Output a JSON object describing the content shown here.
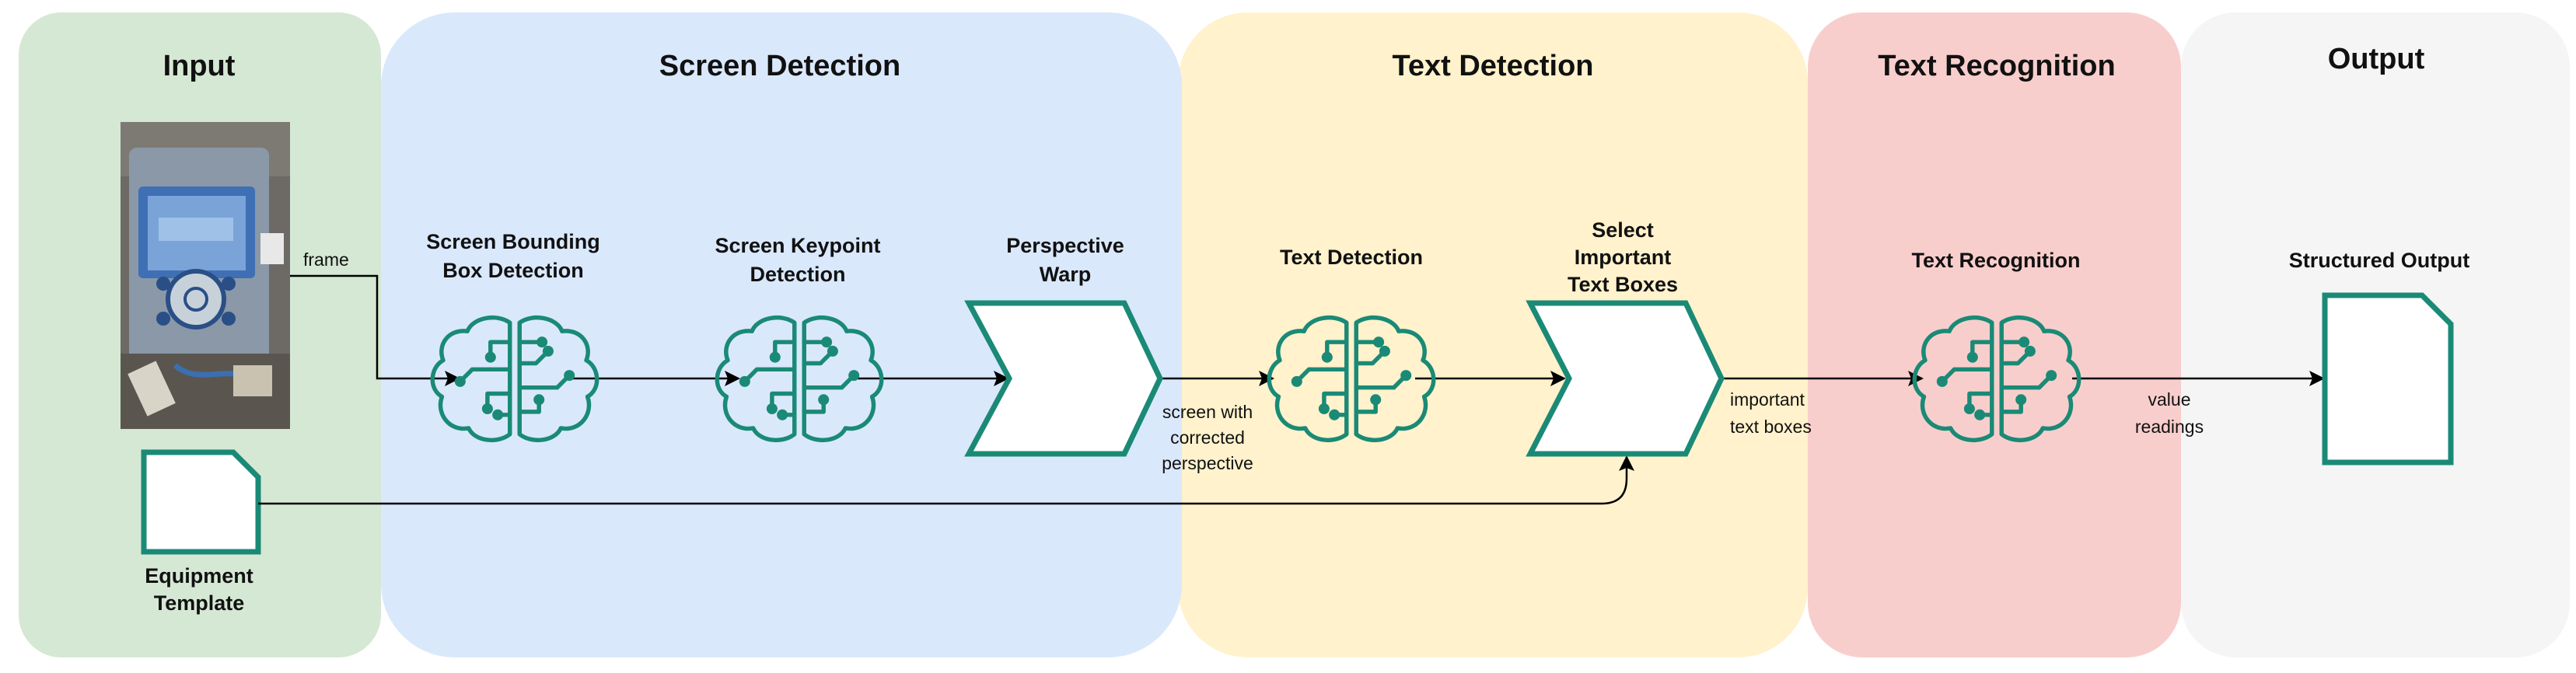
{
  "stages": {
    "input": {
      "title": "Input",
      "color": "#d5e8d4"
    },
    "screen_detection": {
      "title": "Screen Detection",
      "color": "#dae8fc"
    },
    "text_detection": {
      "title": "Text Detection",
      "color": "#fff2cc"
    },
    "text_recognition": {
      "title": "Text Recognition",
      "color": "#f8cecc"
    },
    "output": {
      "title": "Output",
      "color": "#f5f5f5"
    }
  },
  "nodes": {
    "equipment_template": {
      "line1": "Equipment",
      "line2": "Template",
      "icon": "document-icon"
    },
    "bbox_detection": {
      "line1": "Screen Bounding",
      "line2": "Box Detection",
      "icon": "brain-circuit-icon"
    },
    "keypoint_detection": {
      "line1": "Screen Keypoint",
      "line2": "Detection",
      "icon": "brain-circuit-icon"
    },
    "perspective_warp": {
      "line1": "Perspective",
      "line2": "Warp",
      "icon": "chevron-process-icon"
    },
    "text_detection": {
      "line1": "Text Detection",
      "icon": "brain-circuit-icon"
    },
    "select_boxes": {
      "line1": "Select",
      "line2": "Important",
      "line3": "Text Boxes",
      "icon": "chevron-process-icon"
    },
    "text_recognition": {
      "line1": "Text Recognition",
      "icon": "brain-circuit-icon"
    },
    "structured_output": {
      "line1": "Structured Output",
      "icon": "document-icon"
    }
  },
  "edges": {
    "frame": {
      "label": "frame"
    },
    "corrected": {
      "line1": "screen with",
      "line2": "corrected",
      "line3": "perspective"
    },
    "important": {
      "line1": "important",
      "line2": "text boxes"
    },
    "readings": {
      "line1": "value",
      "line2": "readings"
    }
  },
  "colors": {
    "accent": "#1a8a76",
    "arrow": "#000000"
  }
}
